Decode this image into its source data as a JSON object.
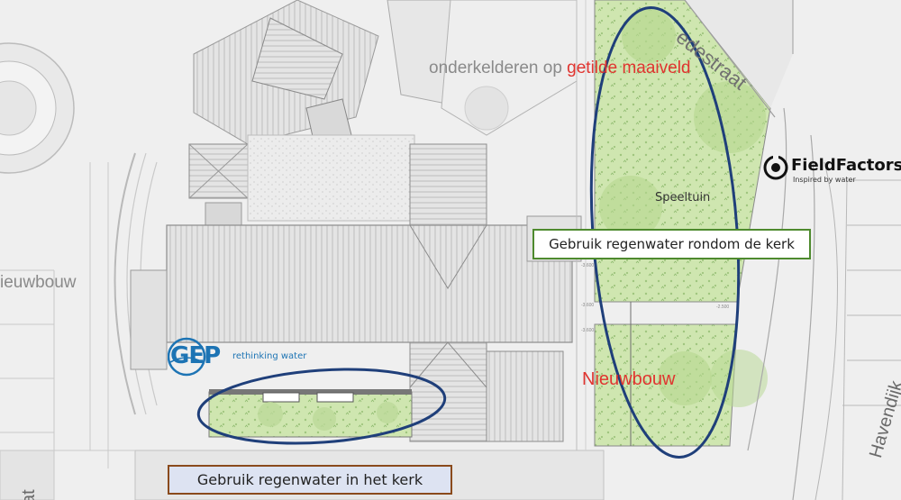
{
  "map_labels": {
    "street_top": "edestraat",
    "street_right": "Havendijk",
    "street_bottom_left": "at",
    "onderkelderen_prefix": "onderkelderen op ",
    "onderkelderen_highlight": "getilde maaiveld",
    "nieuwbouw_left": "ieuwbouw",
    "nieuwbouw_right": "Nieuwbouw",
    "speeltuin": "Speeltuin"
  },
  "elevation_marks": [
    "-3.600",
    "-3.600",
    "-3.600",
    "-2.500"
  ],
  "callouts": {
    "top": "Gebruik regenwater rondom de kerk",
    "bottom": "Gebruik regenwater in het kerk"
  },
  "logos": {
    "gep": {
      "mark": "GEP",
      "tagline": "rethinking water"
    },
    "fieldfactors": {
      "name": "FieldFactors",
      "tagline": "Inspired by water"
    }
  },
  "colors": {
    "highlight_red": "#e0342f",
    "ellipse_blue": "#1f3f7a",
    "top_box_border": "#4e8a2e",
    "bottom_box_border": "#8a4a1c",
    "bottom_box_fill": "#dde3f2",
    "gep_blue": "#1d74b4",
    "garden_green": "#cfe6b0"
  }
}
